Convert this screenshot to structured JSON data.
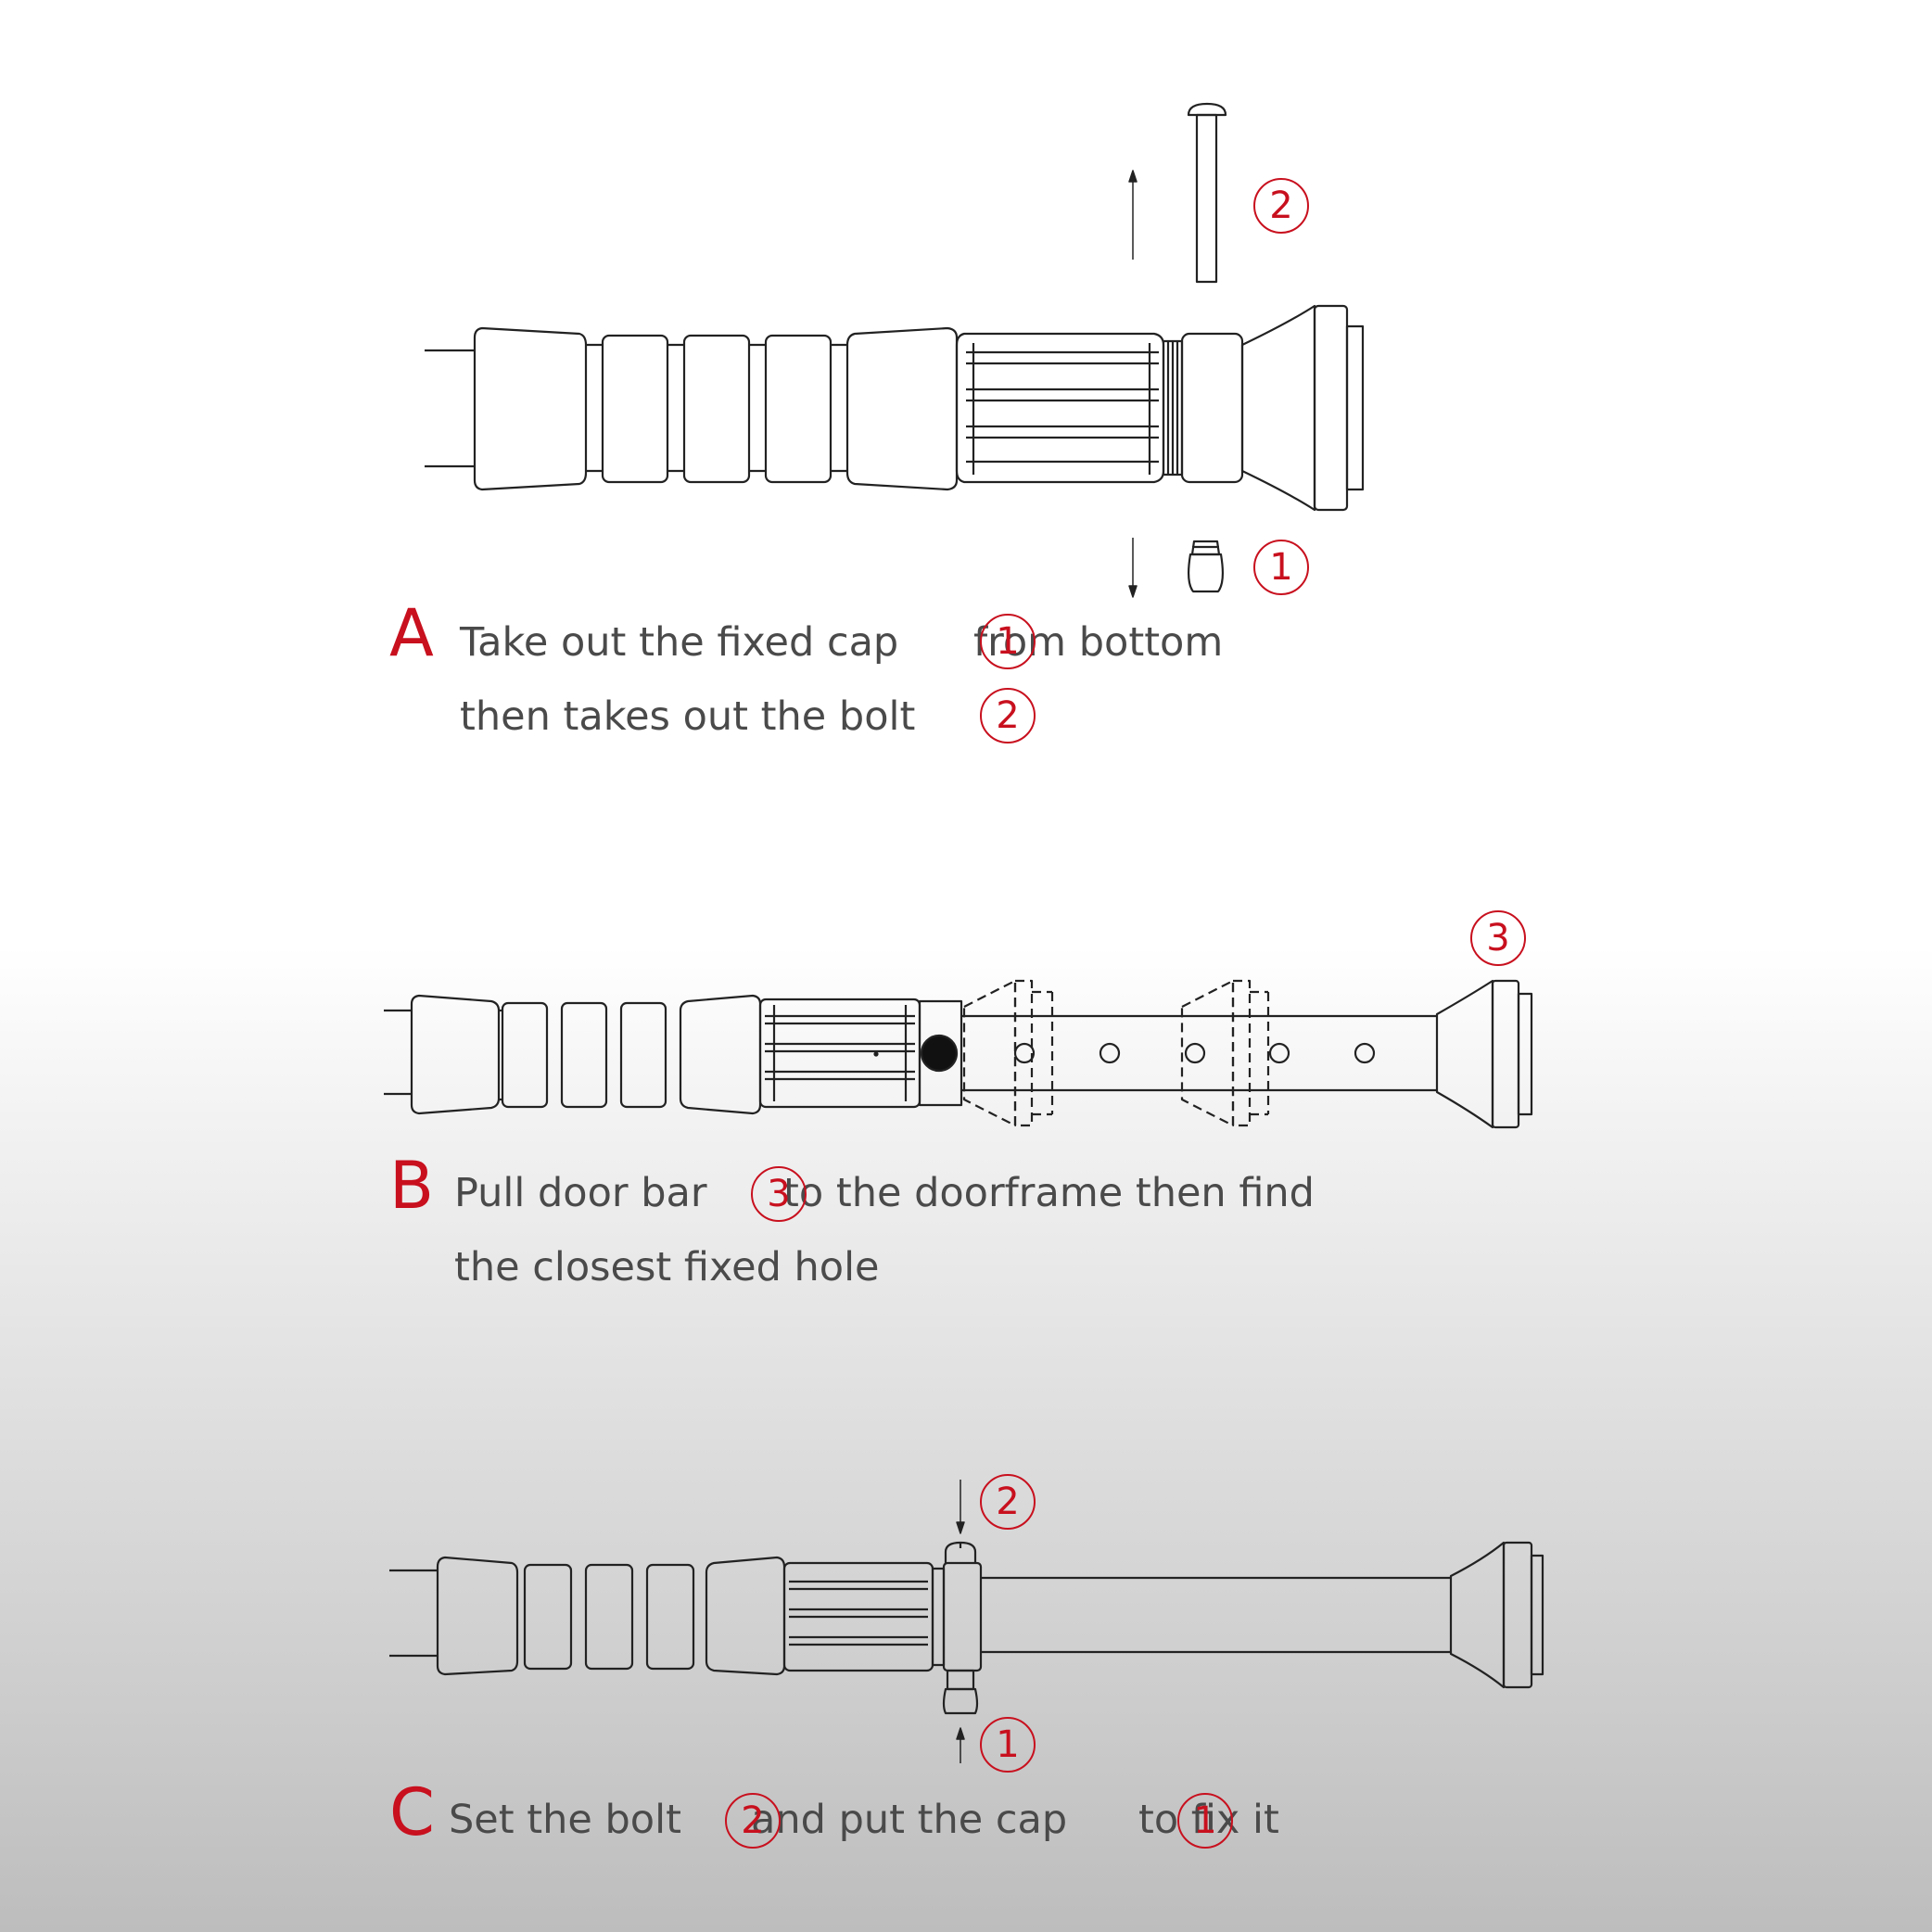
{
  "steps": [
    {
      "letter": "A",
      "lines": [
        "Take out the fixed cap",
        "from bottom",
        "then takes out the bolt"
      ]
    },
    {
      "letter": "B",
      "lines": [
        "Pull door bar",
        "to the doorframe then find",
        "the closest fixed hole"
      ]
    },
    {
      "letter": "C",
      "lines": [
        "Set the bolt",
        "and put the cap",
        "to fix it"
      ]
    }
  ],
  "markers": {
    "cap": "1",
    "bolt": "2",
    "door_bar": "3"
  },
  "colors": {
    "accent": "#c8101e",
    "text": "#4a4a4a",
    "line": "#222222"
  }
}
